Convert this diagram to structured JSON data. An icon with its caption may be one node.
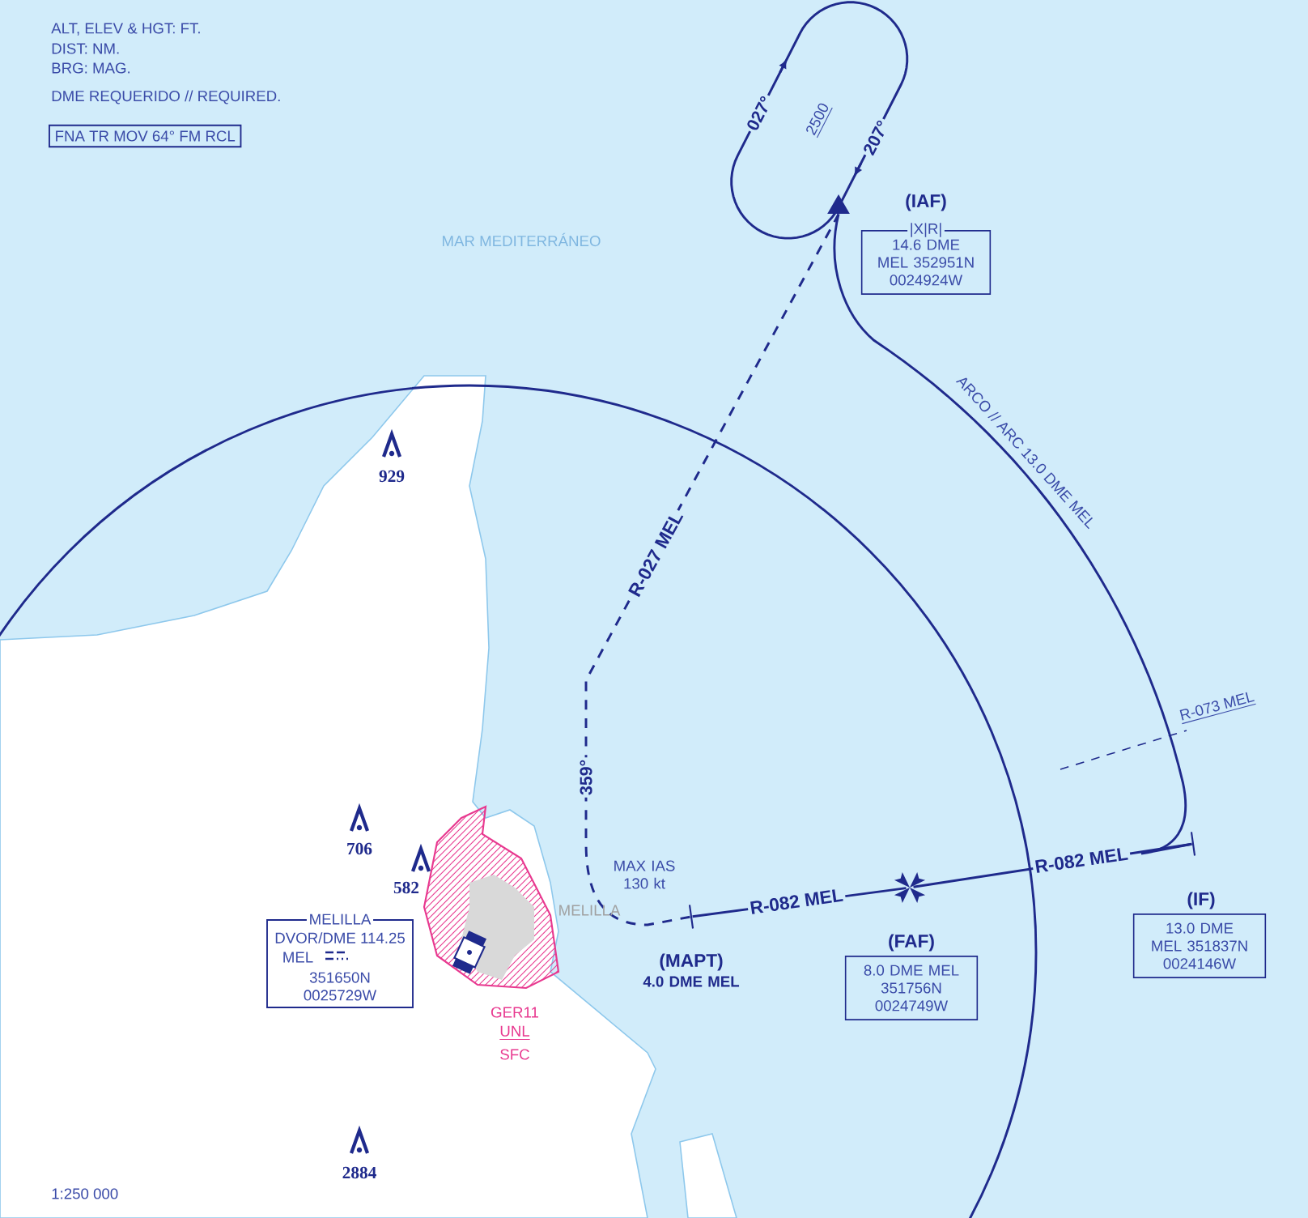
{
  "diagram": {
    "nodes": [
      {
        "text": [
          "FNA TR MOV 64° FM RCL"
        ]
      },
      {
        "text": [],
        "shape": "triangle",
        "beside": [
          "(IAF)",
          "|X|R|",
          "14.6 DME MEL 352951N 0024924W"
        ]
      },
      {
        "text": [],
        "shape": "bar",
        "beside": [
          "(IF)",
          "13.0 DME MEL 351837N 0024146W"
        ]
      },
      {
        "text": [],
        "shape": "cross",
        "beside": [
          "(FAF)",
          "8.0 DME MEL 351756N 0024749W"
        ]
      },
      {
        "text": [],
        "shape": "bar",
        "beside": [
          "(MAPT)",
          "4.0 DME MEL"
        ]
      },
      {
        "text": [
          "MELILLA",
          "DVOR/DME 114.25",
          "MEL",
          "351650N 0025729W"
        ]
      }
    ],
    "edges": [
      {
        "from": 1,
        "to": 2,
        "arrow": "none",
        "label": "ARCO // ARC 13.0 DME MEL"
      },
      {
        "from": 2,
        "to": 3,
        "arrow": "none",
        "label": "R-082 MEL"
      },
      {
        "from": 3,
        "to": 4,
        "arrow": "none",
        "label": "R-082 MEL"
      },
      {
        "from": 4,
        "to": 1,
        "arrow": "none",
        "label": "R-027 MEL",
        "style": "dashed"
      }
    ],
    "labels": [
      "ALT, ELEV & HGT: FT.",
      "DIST: NM.",
      "BRG: MAG.",
      "DME REQUERIDO // REQUIRED.",
      "027°",
      "2500",
      "207°",
      "MAR MEDITERRÁNEO",
      "929",
      "R-073 MEL",
      "359°",
      "706",
      "MAX IAS 130 kt",
      "582",
      "MELILLA",
      "GER11",
      "UNL",
      "SFC",
      "2884",
      "1:250 000"
    ]
  }
}
